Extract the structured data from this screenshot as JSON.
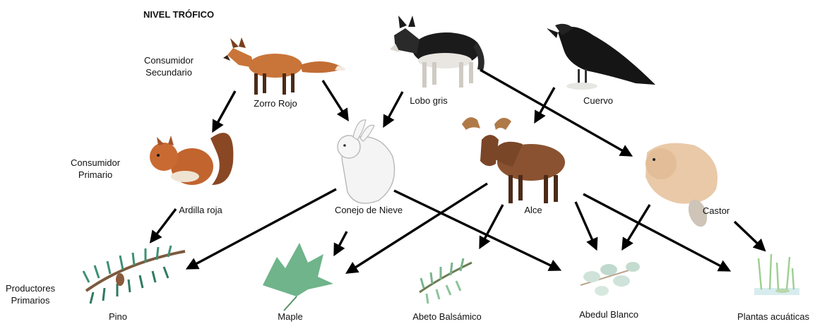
{
  "title": "NIVEL TRÓFICO",
  "levels": {
    "secondary": [
      "Consumidor",
      "Secundario"
    ],
    "primary": [
      "Consumidor",
      "Primario"
    ],
    "producers": [
      "Productores",
      "Primarios"
    ]
  },
  "organisms": {
    "zorro": "Zorro Rojo",
    "lobo": "Lobo gris",
    "cuervo": "Cuervo",
    "ardilla": "Ardilla roja",
    "conejo": "Conejo de Nieve",
    "alce": "Alce",
    "castor": "Castor",
    "pino": "Pino",
    "maple": "Maple",
    "abeto": "Abeto Balsámico",
    "abedul": "Abedul Blanco",
    "plantas": "Plantas acuáticas"
  },
  "colors": {
    "arrow": "#000000",
    "fox": "#c9753a",
    "wolf": "#1b1b1b",
    "raven": "#151515",
    "squirrel": "#c2642e",
    "hare": "#f4f4f4",
    "moose": "#8a5230",
    "beaver": "#e9c9a8",
    "conifer": "#3f8f74",
    "maple": "#6fb48a",
    "birch": "#cfe3da",
    "aquatic": "#9ccf8f"
  }
}
